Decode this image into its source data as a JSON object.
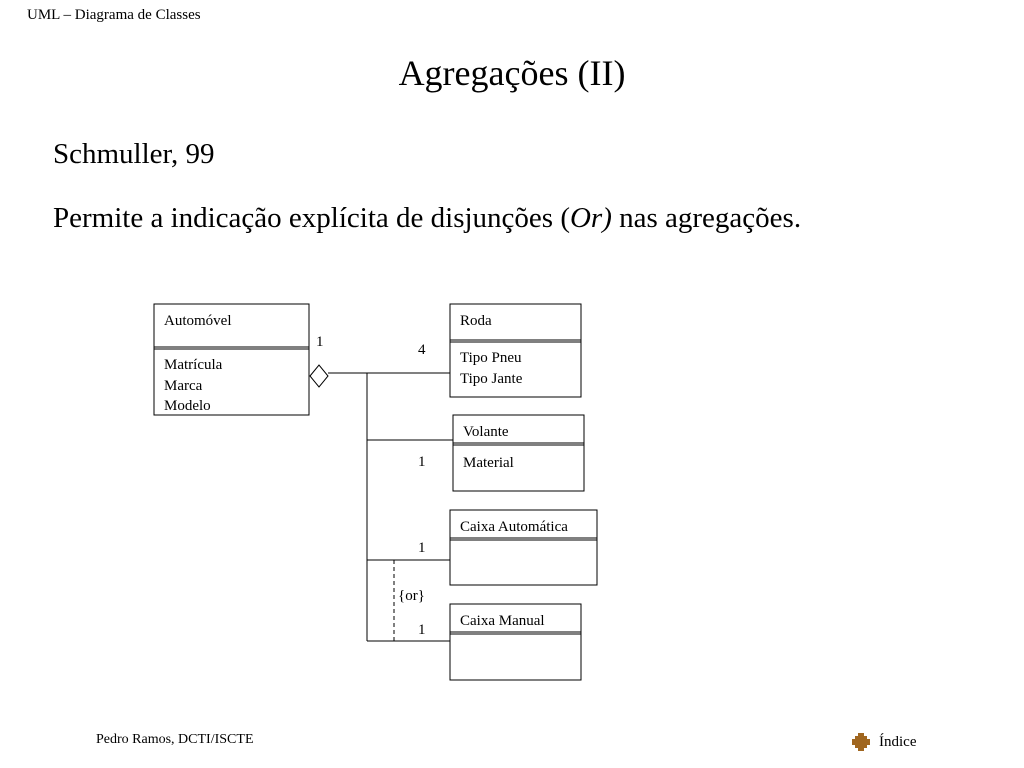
{
  "header": {
    "text": "UML – Diagrama de Classes"
  },
  "slide": {
    "title": "Agregações (II)",
    "subtitle": "Schmuller, 99",
    "body_pre": "Permite a indicação explícita de disjunções (",
    "body_em": "Or)",
    "body_post": " nas agregações."
  },
  "diagram": {
    "classes": {
      "automovel": {
        "name": "Automóvel",
        "attrs": [
          "Matrícula",
          "Marca",
          "Modelo"
        ]
      },
      "roda": {
        "name": "Roda",
        "attrs": [
          "Tipo Pneu",
          "Tipo Jante"
        ]
      },
      "volante": {
        "name": "Volante",
        "attrs": [
          "Material"
        ]
      },
      "caixa_automatica": {
        "name": "Caixa Automática",
        "attrs": []
      },
      "caixa_manual": {
        "name": "Caixa Manual",
        "attrs": []
      }
    },
    "multiplicities": {
      "automovel_end": "1",
      "roda": "4",
      "volante": "1",
      "caixa_automatica": "1",
      "caixa_manual": "1"
    },
    "constraint": "{or}"
  },
  "footer": {
    "author": "Pedro Ramos, DCTI/ISCTE",
    "index_label": "Índice",
    "index_icon": "diamond-icon",
    "index_icon_color": "#a0661f"
  }
}
